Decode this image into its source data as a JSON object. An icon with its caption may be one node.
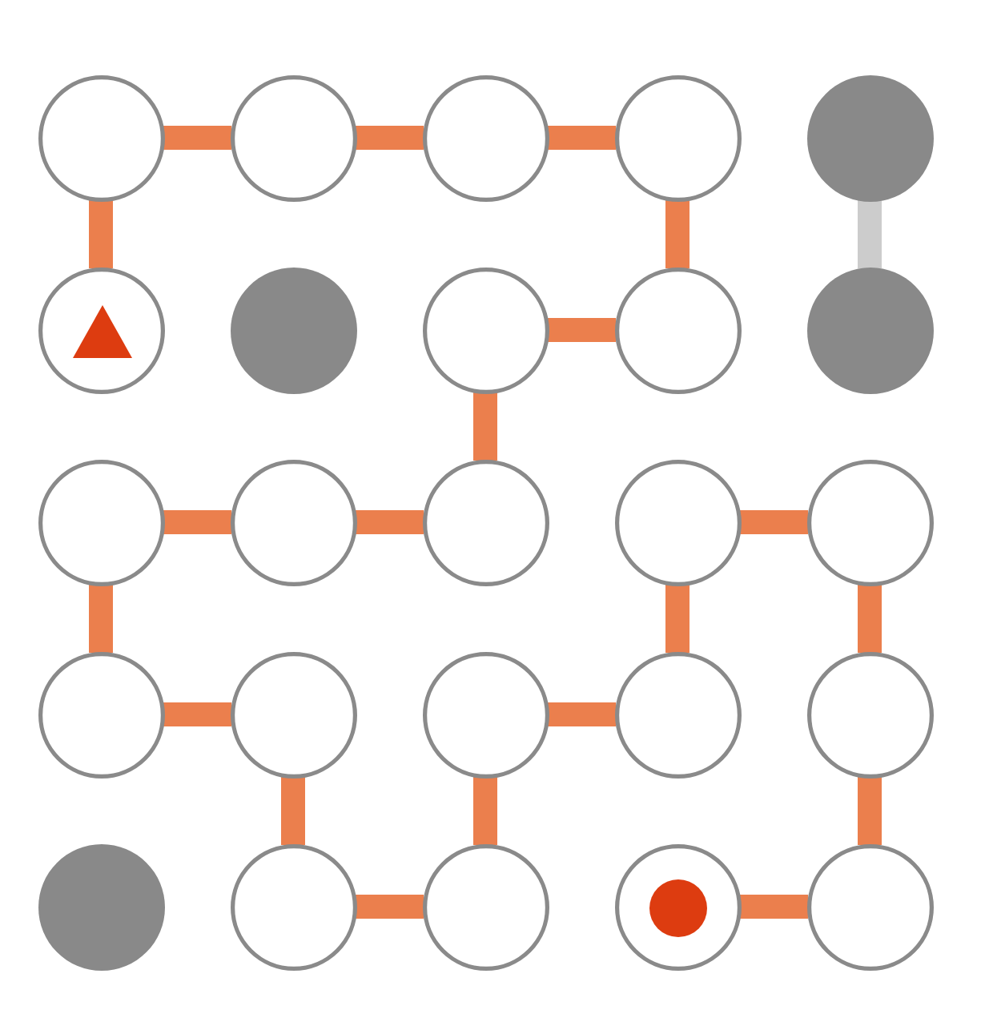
{
  "diagram": {
    "nodes": [
      {
        "text": [],
        "shape": "circle"
      },
      {
        "text": [],
        "shape": "circle"
      },
      {
        "text": [],
        "shape": "circle"
      },
      {
        "text": [],
        "shape": "circle"
      },
      {
        "text": [],
        "shape": "disc"
      },
      {
        "text": [],
        "shape": "circle"
      },
      {
        "text": [],
        "shape": "triangle",
        "in": 5
      },
      {
        "text": [],
        "shape": "disc"
      },
      {
        "text": [],
        "shape": "circle"
      },
      {
        "text": [],
        "shape": "circle"
      },
      {
        "text": [],
        "shape": "disc"
      },
      {
        "text": [],
        "shape": "circle"
      },
      {
        "text": [],
        "shape": "circle"
      },
      {
        "text": [],
        "shape": "circle"
      },
      {
        "text": [],
        "shape": "circle"
      },
      {
        "text": [],
        "shape": "circle"
      },
      {
        "text": [],
        "shape": "circle"
      },
      {
        "text": [],
        "shape": "circle"
      },
      {
        "text": [],
        "shape": "circle"
      },
      {
        "text": [],
        "shape": "circle"
      },
      {
        "text": [],
        "shape": "circle"
      },
      {
        "text": [],
        "shape": "disc"
      },
      {
        "text": [],
        "shape": "circle"
      },
      {
        "text": [],
        "shape": "circle"
      },
      {
        "text": [],
        "shape": "circle"
      },
      {
        "text": [],
        "shape": "disc",
        "in": 24
      },
      {
        "text": [],
        "shape": "circle"
      }
    ],
    "edges": [
      {
        "from": 5,
        "to": 0,
        "arrow": "none"
      },
      {
        "from": 0,
        "to": 1,
        "arrow": "none"
      },
      {
        "from": 1,
        "to": 2,
        "arrow": "none"
      },
      {
        "from": 2,
        "to": 3,
        "arrow": "none"
      },
      {
        "from": 3,
        "to": 9,
        "arrow": "none"
      },
      {
        "from": 9,
        "to": 8,
        "arrow": "none"
      },
      {
        "from": 8,
        "to": 13,
        "arrow": "none"
      },
      {
        "from": 13,
        "to": 12,
        "arrow": "none"
      },
      {
        "from": 12,
        "to": 11,
        "arrow": "none"
      },
      {
        "from": 11,
        "to": 16,
        "arrow": "none"
      },
      {
        "from": 16,
        "to": 17,
        "arrow": "none"
      },
      {
        "from": 17,
        "to": 22,
        "arrow": "none"
      },
      {
        "from": 22,
        "to": 23,
        "arrow": "none"
      },
      {
        "from": 23,
        "to": 18,
        "arrow": "none"
      },
      {
        "from": 18,
        "to": 19,
        "arrow": "none"
      },
      {
        "from": 19,
        "to": 14,
        "arrow": "none"
      },
      {
        "from": 14,
        "to": 15,
        "arrow": "none"
      },
      {
        "from": 15,
        "to": 20,
        "arrow": "none"
      },
      {
        "from": 20,
        "to": 26,
        "arrow": "none"
      },
      {
        "from": 26,
        "to": 24,
        "arrow": "none"
      },
      {
        "from": 4,
        "to": 10,
        "arrow": "none",
        "color": "#cccccc"
      }
    ]
  }
}
